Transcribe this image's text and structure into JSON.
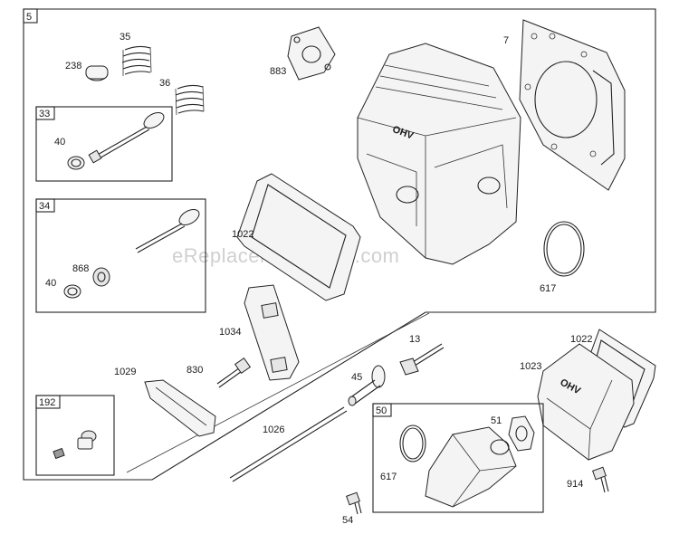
{
  "watermark": "eReplacementParts.com",
  "assembly_box": {
    "label": "5"
  },
  "sub_boxes": {
    "box_33": "33",
    "box_34": "34",
    "box_192": "192",
    "box_50": "50"
  },
  "callouts": {
    "c238": "238",
    "c35": "35",
    "c36": "36",
    "c40a": "40",
    "c40b": "40",
    "c868": "868",
    "c883": "883",
    "c7": "7",
    "c1022a": "1022",
    "c617a": "617",
    "c1034": "1034",
    "c13": "13",
    "c1029": "1029",
    "c830": "830",
    "c45": "45",
    "c1026": "1026",
    "c1022b": "1022",
    "c1023": "1023",
    "c51": "51",
    "c617b": "617",
    "c914": "914",
    "c54": "54"
  },
  "embossed_text": {
    "head": "OHV",
    "cover": "OHV"
  }
}
